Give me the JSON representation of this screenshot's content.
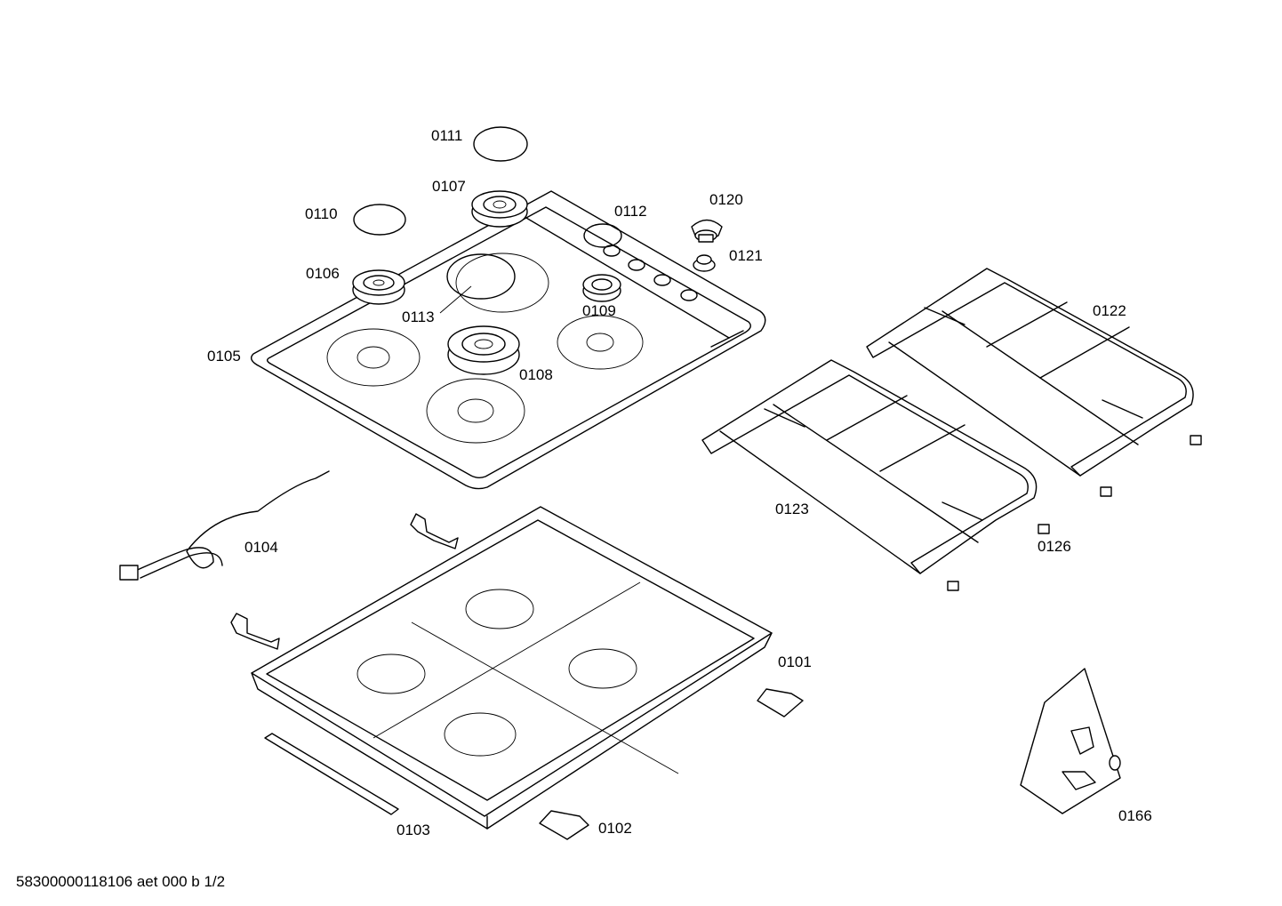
{
  "document_ref": "58300000118106 aet 000 b 1/2",
  "labels": {
    "p0111": "0111",
    "p0107": "0107",
    "p0110": "0110",
    "p0112": "0112",
    "p0120": "0120",
    "p0121": "0121",
    "p0106": "0106",
    "p0113": "0113",
    "p0109": "0109",
    "p0105": "0105",
    "p0108": "0108",
    "p0122": "0122",
    "p0123": "0123",
    "p0126": "0126",
    "p0104": "0104",
    "p0101": "0101",
    "p0102": "0102",
    "p0103": "0103",
    "p0166": "0166"
  },
  "colors": {
    "line": "#000000",
    "background": "#ffffff",
    "dot_fill": "#9a9a9a"
  }
}
